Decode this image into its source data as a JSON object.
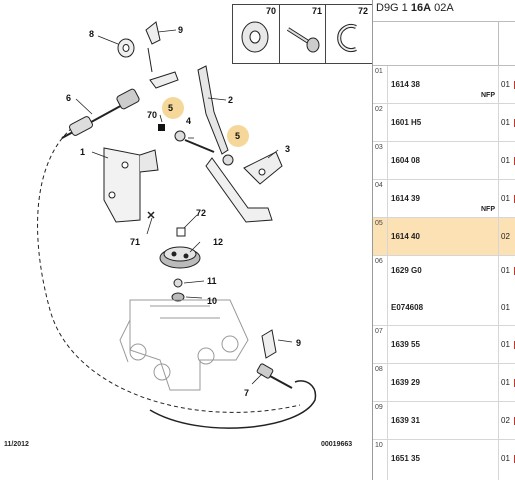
{
  "diagram": {
    "labels": {
      "l1": "1",
      "l2": "2",
      "l3": "3",
      "l4": "4",
      "l5a": "5",
      "l5b": "5",
      "l6": "6",
      "l7": "7",
      "l8": "8",
      "l9": "9",
      "l10": "10",
      "l11": "11",
      "l12": "12",
      "l70": "70",
      "l71": "71",
      "l72": "72"
    },
    "inset": {
      "n70": "70",
      "n71": "71",
      "n72": "72"
    },
    "footer_left": "11/2012",
    "footer_right": "00019663"
  },
  "table": {
    "header_prefix": "D9G 1 ",
    "header_bold": "16A",
    "header_suffix": " 02A",
    "rows": [
      {
        "idx": "01",
        "ref": "1614 38",
        "note": "NFP",
        "qty": "01"
      },
      {
        "idx": "02",
        "ref": "1601 H5",
        "note": "",
        "qty": "01"
      },
      {
        "idx": "03",
        "ref": "1604 08",
        "note": "",
        "qty": "01"
      },
      {
        "idx": "04",
        "ref": "1614 39",
        "note": "NFP",
        "qty": "01"
      },
      {
        "idx": "05",
        "ref": "1614 40",
        "note": "",
        "qty": "02"
      },
      {
        "idx": "06",
        "ref": "1629 G0",
        "note": "",
        "qty": "01"
      },
      {
        "idx": "",
        "ref": "E074608",
        "note": "",
        "qty": "01"
      },
      {
        "idx": "07",
        "ref": "1639 55",
        "note": "",
        "qty": "01"
      },
      {
        "idx": "08",
        "ref": "1639 29",
        "note": "",
        "qty": "01"
      },
      {
        "idx": "09",
        "ref": "1639 31",
        "note": "",
        "qty": "02"
      },
      {
        "idx": "10",
        "ref": "1651 35",
        "note": "",
        "qty": "01"
      }
    ]
  },
  "colors": {
    "highlight": "#fbe1b4",
    "callout": "#f6d79a",
    "accent_mark": "#c0392b"
  }
}
